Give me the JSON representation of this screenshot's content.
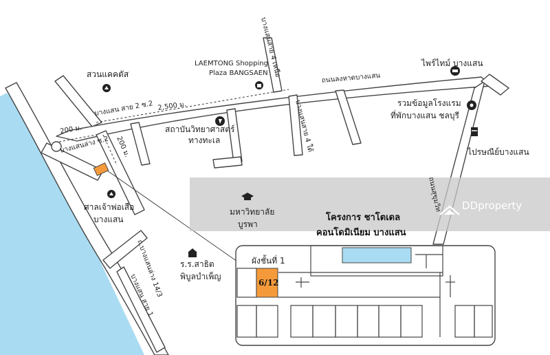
{
  "colors": {
    "sea": "#a9dcf2",
    "unit": "#f59a3a",
    "pool": "#a9dcf2",
    "ink": "#444444",
    "watermark": "#c8c8c8"
  },
  "labels": {
    "suan_khaek_dat": "สวนแคคตัส",
    "bangsaen_sai2_soi2": "บางแสน สาย 2 ซ.2",
    "dist_2500": "2,500 ม.",
    "dist_200_a": "200 ม.",
    "dist_200_b": "200 ม.",
    "laemtong_line1": "LAEMTONG Shopping",
    "laemtong_line2": "Plaza BANGSAEN",
    "bangsaen_sai4_nuea": "บางแสนสาย 4 เหนือ",
    "bangsaen_sai4_tai": "บางแสนสาย 4 ใต้",
    "thanon_long_hat": "ถนนลงหาดบางแสน",
    "prime_line": "ไพร์ไทม์ บางแสน",
    "hotel_line1": "รวมข้อมูลโรงแรม",
    "hotel_line2": "ที่พักบางแสน ชลบุรี",
    "post_office": "ไปรษณีย์บางแสน",
    "marine_line1": "สถาบันวิทยาศาสตร์",
    "marine_line2": "ทางทะเล",
    "bangsaen_lang_soi2": "บางแสนล่าง ซ.2",
    "shrine_line1": "ศาลเจ้าพ่อเสือ",
    "shrine_line2": "บางแสน",
    "univ_line1": "มหาวิทยาลัย",
    "univ_line2": "บูรพา",
    "sukhumvit": "ถนนสุขุมวิท",
    "project_line1": "โครงการ ชาโตเดล",
    "project_line2": "คอนโดมิเนียม บางแสน",
    "school_line1": "ร.ร.สาธิต",
    "school_line2": "พิบูลบำเพ็ญ",
    "bangsaen_lang_14_3": "ถ.บางแสนล่าง 14/3",
    "bangsaen_sai1": "บางแสน สาย 1",
    "floor_plan_title": "ผังชั้นที่ 1",
    "unit_number": "6/12"
  },
  "watermark": {
    "text": "DDproperty"
  },
  "icons": {
    "park": "tree-icon",
    "mall": "shopping-bag-icon",
    "prime": "car-icon",
    "hotel": "camera-icon",
    "post": "post-box-icon",
    "marine": "institute-icon",
    "shrine": "shrine-icon",
    "univ": "graduation-cap-icon",
    "school": "school-icon"
  }
}
